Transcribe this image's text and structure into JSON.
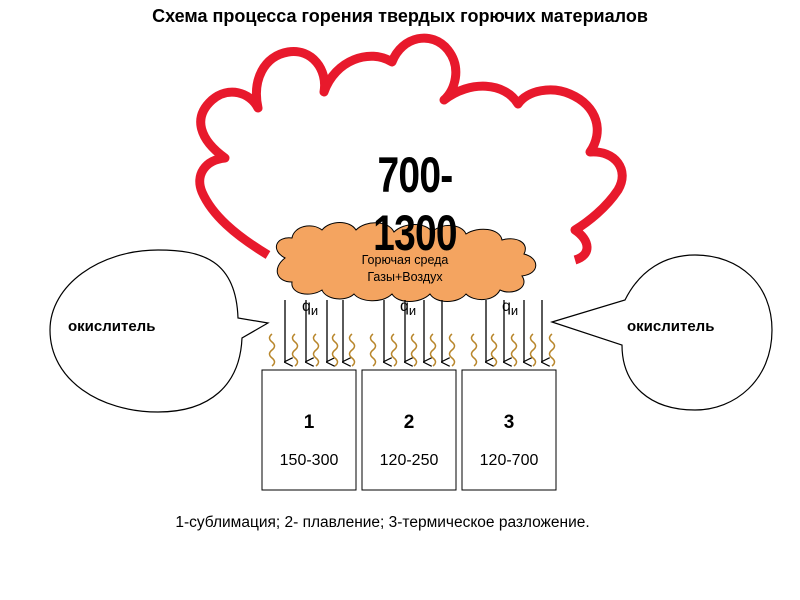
{
  "title": "Схема процесса горения твердых горючих материалов",
  "flame": {
    "temperature": "700-1300",
    "color": "#e8192c"
  },
  "cloud": {
    "line1": "Горючая среда",
    "line2": "Газы+Воздух",
    "fill": "#f4a460"
  },
  "oxidizer_left": "окислитель",
  "oxidizer_right": "окислитель",
  "heat_flux": {
    "symbol": "q",
    "subscript": "и"
  },
  "zones": [
    {
      "number": "1",
      "range": "150-300"
    },
    {
      "number": "2",
      "range": "120-250"
    },
    {
      "number": "3",
      "range": "120-700"
    }
  ],
  "legend": "1-сублимация; 2- плавление; 3-термическое разложение.",
  "wavy_color": "#b8862b"
}
